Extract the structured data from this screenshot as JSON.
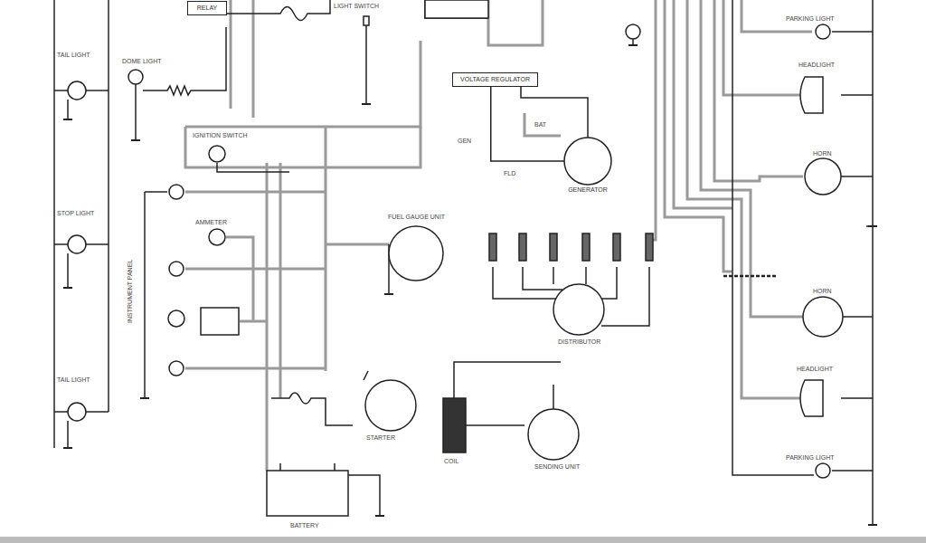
{
  "diagram": {
    "nodes": [
      {
        "text": [
          "VOLTAGE REGULATOR"
        ]
      },
      {
        "text": [
          "GENERATOR"
        ]
      },
      {
        "text": [
          "RELAY"
        ]
      }
    ],
    "edges": [
      {
        "from": 0,
        "to": 1,
        "arrow": "none"
      },
      {
        "from": 0,
        "to": 1,
        "arrow": "none"
      }
    ],
    "labels": [
      "TAIL LIGHT",
      "STOP LIGHT",
      "TAIL LIGHT",
      "DOME LIGHT",
      "LIGHT SWITCH",
      "IGNITION SWITCH",
      "AMMETER",
      "INSTRUMENT PANEL",
      "FUEL GAUGE UNIT",
      "STARTER",
      "COIL",
      "DISTRIBUTOR",
      "SENDING UNIT",
      "BATTERY",
      "BAT",
      "GEN",
      "FLD",
      "PARKING LIGHT",
      "HEADLIGHT",
      "HORN",
      "HORN",
      "HEADLIGHT",
      "PARKING LIGHT"
    ]
  }
}
